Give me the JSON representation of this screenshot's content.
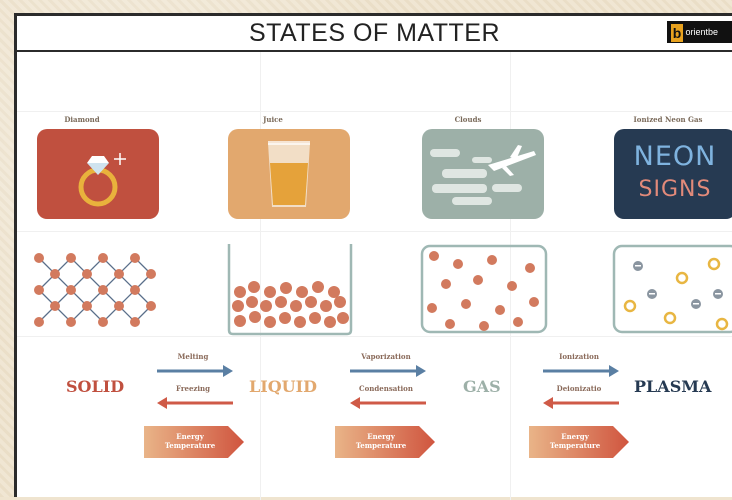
{
  "title": "STATES OF MATTER",
  "logo": {
    "mark": "b",
    "text": "orientbe"
  },
  "examples": [
    {
      "caption": "Diamond"
    },
    {
      "caption": "Juice"
    },
    {
      "caption": "Clouds"
    },
    {
      "caption": "Ionized Neon Gas",
      "sign_line1": "NEON",
      "sign_line2": "SIGNS"
    }
  ],
  "states": [
    "SOLID",
    "LIQUID",
    "GAS",
    "PLASMA"
  ],
  "transitions": [
    {
      "forward": "Melting",
      "backward": "Freezing"
    },
    {
      "forward": "Vaporization",
      "backward": "Condensation"
    },
    {
      "forward": "Ionization",
      "backward": "Deionizatio"
    }
  ],
  "energy_label_line1": "Energy",
  "energy_label_line2": "Temperature",
  "colors": {
    "solid": "#c0503f",
    "liquid": "#e2a86e",
    "gas": "#9db0a8",
    "plasma": "#263a52",
    "arrow_forward": "#5a7fa3",
    "arrow_backward": "#cf5a47",
    "particle": "#d27a5e",
    "plasma_orange": "#e8b642",
    "plasma_gray": "#8a95a0"
  }
}
